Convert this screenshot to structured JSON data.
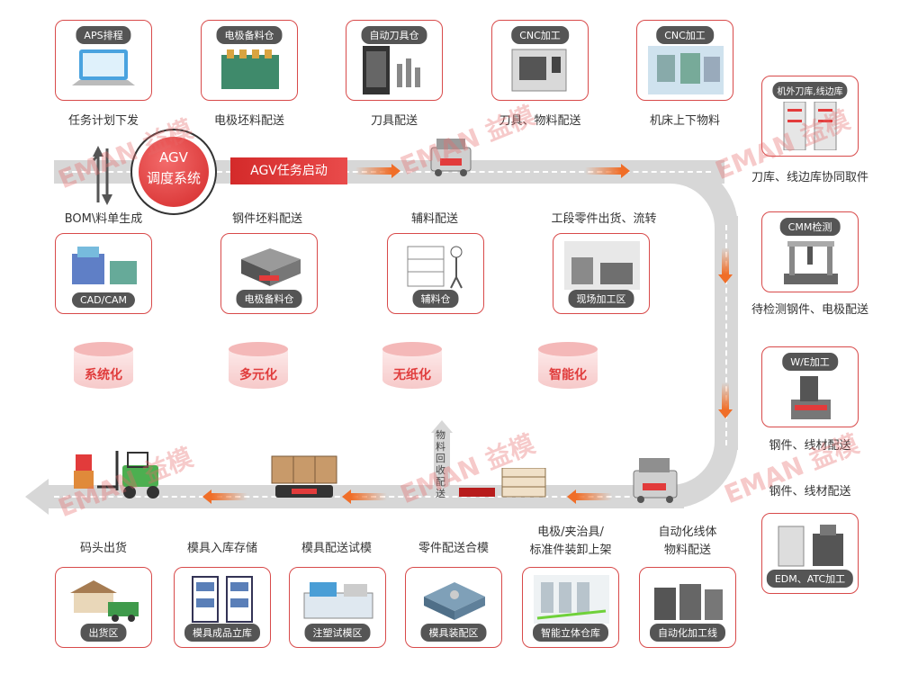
{
  "watermark": "EMAN 益模",
  "hub": {
    "line1": "AGV",
    "line2": "调度系统"
  },
  "start_label": "AGV任务启动",
  "top_cards": [
    {
      "tag": "APS排程",
      "caption": "任务计划下发"
    },
    {
      "tag": "电极备料仓",
      "caption": "电极坯料配送"
    },
    {
      "tag": "自动刀具仓",
      "caption": "刀具配送"
    },
    {
      "tag": "CNC加工",
      "caption": "刀具、物料配送"
    },
    {
      "tag": "CNC加工",
      "caption": "机床上下物料"
    }
  ],
  "right_cards": [
    {
      "tag": "机外刀库,线边库",
      "caption": "刀库、线边库协同取件"
    },
    {
      "tag": "CMM检测",
      "caption": "待检测钢件、电极配送"
    },
    {
      "tag": "W/E加工",
      "caption": "钢件、线材配送"
    },
    {
      "tag": "EDM、ATC加工",
      "caption": "钢件、线材配送"
    }
  ],
  "middle_cards": [
    {
      "caption": "BOM\\料单生成",
      "tag": "CAD/CAM"
    },
    {
      "caption": "钢件坯料配送",
      "tag": "电极备料仓"
    },
    {
      "caption": "辅料配送",
      "tag": "辅料仓"
    },
    {
      "caption": "工段零件出货、流转",
      "tag": "现场加工区"
    }
  ],
  "cylinders": [
    "系统化",
    "多元化",
    "无纸化",
    "智能化"
  ],
  "recycle_label": "物料回收配送",
  "bottom_cards": [
    {
      "caption": "码头出货",
      "tag": "出货区"
    },
    {
      "caption": "模具入库存储",
      "tag": "模具成品立库"
    },
    {
      "caption": "模具配送试模",
      "tag": "注塑试模区"
    },
    {
      "caption": "零件配送合模",
      "tag": "模具装配区"
    },
    {
      "caption": "电极/夹治具/\n标准件装卸上架",
      "tag": "智能立体仓库"
    },
    {
      "caption": "自动化线体\n物料配送",
      "tag": "自动化加工线"
    }
  ],
  "colors": {
    "accent": "#e23b3b",
    "road": "#d7d7d7",
    "tag": "#555555",
    "border": "#d84a4a"
  }
}
